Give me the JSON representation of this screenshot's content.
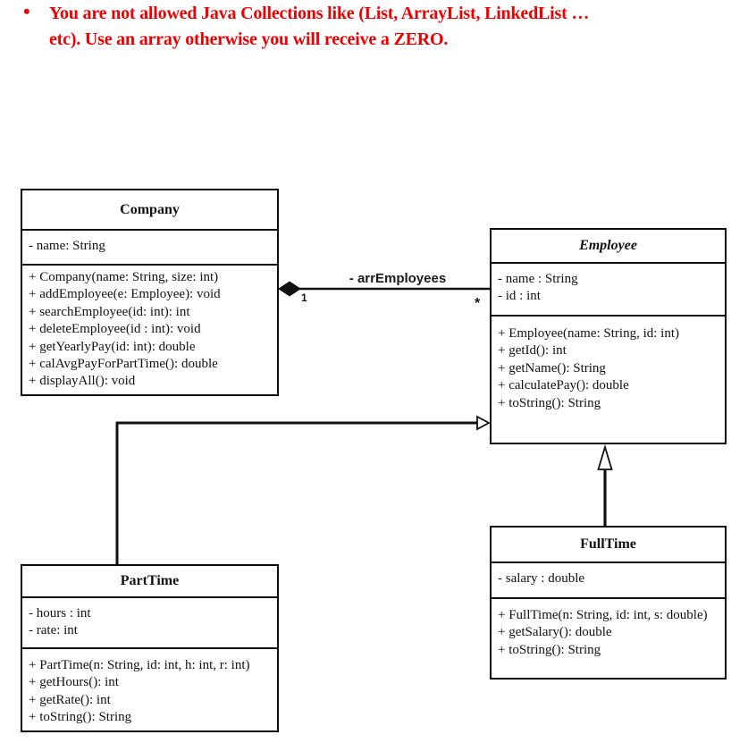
{
  "notice": {
    "bullet": "•",
    "line1": "You are not allowed Java Collections like (List, ArrayList, LinkedList …",
    "line2": "etc). Use an array otherwise you will receive a ZERO.",
    "color": "#ee0000"
  },
  "diagram": {
    "classes": {
      "company": {
        "name": "Company",
        "attributes": [
          "- name: String"
        ],
        "methods": [
          "+ Company(name: String, size: int)",
          "+ addEmployee(e: Employee): void",
          "+ searchEmployee(id: int): int",
          "+ deleteEmployee(id : int): void",
          "+ getYearlyPay(id: int): double",
          "+ calAvgPayForPartTime(): double",
          "+ displayAll(): void"
        ]
      },
      "employee": {
        "name": "Employee",
        "abstract": true,
        "attributes": [
          "- name : String",
          "- id : int"
        ],
        "methods": [
          "+ Employee(name: String, id: int)",
          "+ getId(): int",
          "+ getName(): String",
          "+ calculatePay(): double",
          "+ toString(): String"
        ]
      },
      "parttime": {
        "name": "PartTime",
        "attributes": [
          "- hours : int",
          "- rate: int"
        ],
        "methods": [
          "+ PartTime(n: String, id: int, h: int, r: int)",
          "+ getHours(): int",
          "+ getRate(): int",
          "+ toString(): String"
        ]
      },
      "fulltime": {
        "name": "FullTime",
        "attributes": [
          "- salary : double"
        ],
        "methods": [
          "+ FullTime(n: String, id: int, s: double)",
          "+ getSalary(): double",
          "+ toString(): String"
        ]
      }
    },
    "relationships": {
      "composition": {
        "type": "composition",
        "from": "Company",
        "to": "Employee",
        "label": "- arrEmployees",
        "multiplicity_from": "1",
        "multiplicity_to": "*"
      },
      "generalization_parttime": {
        "type": "generalization",
        "from": "PartTime",
        "to": "Employee"
      },
      "generalization_fulltime": {
        "type": "generalization",
        "from": "FullTime",
        "to": "Employee"
      }
    }
  }
}
